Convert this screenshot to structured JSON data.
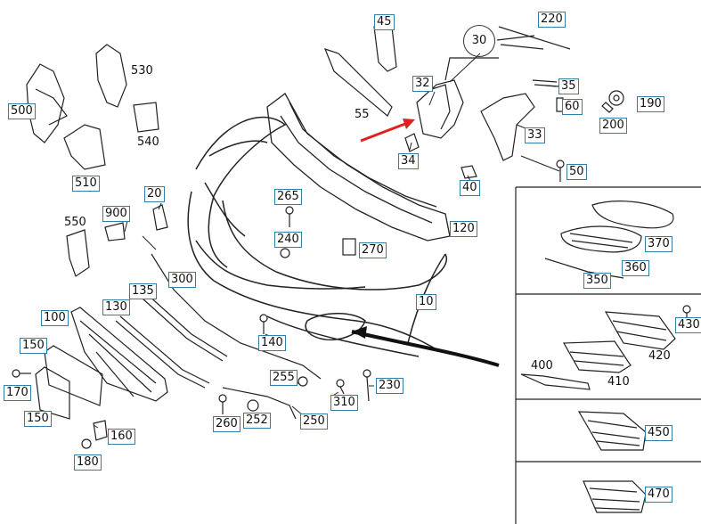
{
  "labels": {
    "l220": "220",
    "l45": "45",
    "l30": "30",
    "l530": "530",
    "l500": "500",
    "l540": "540",
    "l32": "32",
    "l35": "35",
    "l190": "190",
    "l55": "55",
    "l60": "60",
    "l200": "200",
    "l33": "33",
    "l34": "34",
    "l510": "510",
    "l50": "50",
    "l40": "40",
    "l20": "20",
    "l265": "265",
    "l900": "900",
    "l550": "550",
    "l120": "120",
    "l240": "240",
    "l270": "270",
    "l370": "370",
    "l360": "360",
    "l350": "350",
    "l300": "300",
    "l135": "135",
    "l10": "10",
    "l130": "130",
    "l100": "100",
    "l140": "140",
    "l430": "430",
    "l150a": "150",
    "l420": "420",
    "l400": "400",
    "l410": "410",
    "l170": "170",
    "l255": "255",
    "l230": "230",
    "l150b": "150",
    "l310": "310",
    "l260": "260",
    "l252": "252",
    "l250": "250",
    "l160": "160",
    "l450": "450",
    "l180": "180",
    "l470": "470"
  },
  "colors": {
    "arrow": "#e02020",
    "box_border": "#2f7fa6"
  }
}
